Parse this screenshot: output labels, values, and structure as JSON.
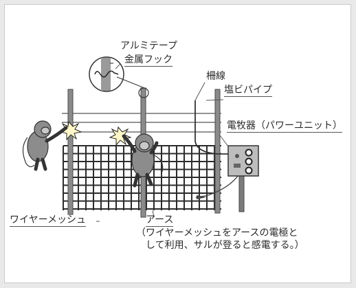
{
  "labels": {
    "aluminum_tape": "アルミテープ",
    "metal_hook": "金属フック",
    "fence_wire": "柵線",
    "pvc_pipe": "塩ビパイプ",
    "energizer": "電牧器（パワーユニット）",
    "wire_mesh": "ワイヤーメッシュ",
    "ground": "アース",
    "ground_note_line1": "（ワイヤーメッシュをアースの電極と",
    "ground_note_line2": "して利用、サルが登ると感電する。）"
  },
  "colors": {
    "mesh": "#2b2b2b",
    "post": "#6e6e6e",
    "monkey": "#8c8c8c",
    "spark": "#fff7c8"
  },
  "icons": [
    "monkey-left",
    "monkey-center",
    "spark",
    "energizer-box",
    "hook-magnifier"
  ]
}
